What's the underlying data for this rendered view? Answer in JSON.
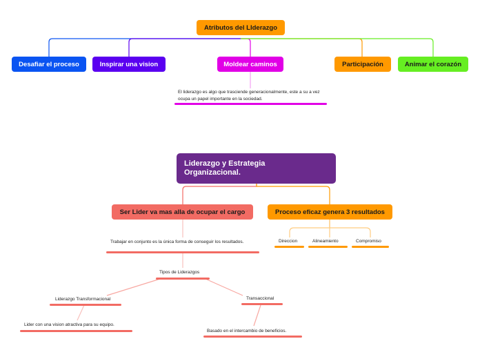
{
  "colors": {
    "orange": "#ff9900",
    "blue": "#0a54f2",
    "violet": "#5a00f0",
    "magenta": "#e100e6",
    "green": "#66ee22",
    "purple": "#6a2a8c",
    "red": "#f26b63",
    "line_red": "#f8a8a2"
  },
  "map1": {
    "root": "Atributos del LIderazgo",
    "children": [
      "Desafiar el proceso",
      "Inspirar una vision",
      "Moldear caminos",
      "Participación",
      "Animar el corazón"
    ],
    "note": "El liderazgo es algo que trasciende generacionalmente, este a su a vez ocupa un papel importante en la sociedad."
  },
  "map2": {
    "root": "Liderazgo y Estrategia Organizacional.",
    "left": {
      "label": "Ser Lider va mas alla de ocupar el cargo",
      "note": "Trabajar en conjunto es la única forma de conseguir los resultados.",
      "types": {
        "label": "Tipos de Liderazgos",
        "transformacional": {
          "label": "Liderazgo Transformacional",
          "note": "Lider con una vision atractiva para su equipo."
        },
        "transaccional": {
          "label": "Transaccional",
          "note": "Basado en el intercambio de beneficios."
        }
      }
    },
    "right": {
      "label": "Proceso eficaz genera 3 resultados",
      "items": [
        "Direccion",
        "Alineamiento",
        "Compromiso"
      ]
    }
  }
}
